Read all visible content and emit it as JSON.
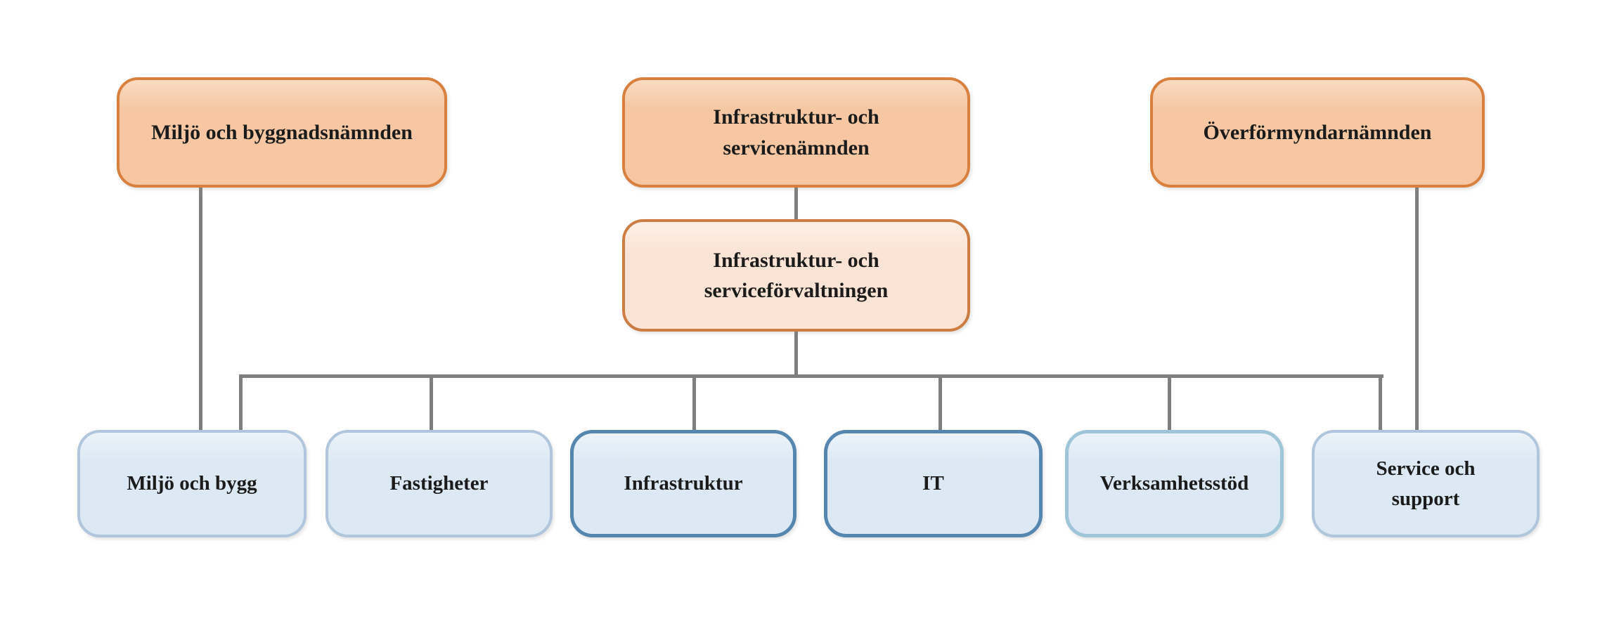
{
  "org": {
    "committees": [
      {
        "label": "Miljö och byggnadsnämnden"
      },
      {
        "label": "Infrastruktur- och servicenämnden"
      },
      {
        "label": "Överförmyndarnämnden"
      }
    ],
    "administration": {
      "label": "Infrastruktur- och serviceförvaltningen"
    },
    "departments": [
      {
        "label": "Miljö och bygg"
      },
      {
        "label": "Fastigheter"
      },
      {
        "label": "Infrastruktur"
      },
      {
        "label": "IT"
      },
      {
        "label": "Verksamhetsstöd"
      },
      {
        "label": "Service och support"
      }
    ],
    "edges": [
      {
        "from": "Miljö och byggnadsnämnden",
        "to": "Miljö och bygg"
      },
      {
        "from": "Infrastruktur- och servicenämnden",
        "to": "Infrastruktur- och serviceförvaltningen"
      },
      {
        "from": "Infrastruktur- och serviceförvaltningen",
        "to": "Miljö och bygg"
      },
      {
        "from": "Infrastruktur- och serviceförvaltningen",
        "to": "Fastigheter"
      },
      {
        "from": "Infrastruktur- och serviceförvaltningen",
        "to": "Infrastruktur"
      },
      {
        "from": "Infrastruktur- och serviceförvaltningen",
        "to": "IT"
      },
      {
        "from": "Infrastruktur- och serviceförvaltningen",
        "to": "Verksamhetsstöd"
      },
      {
        "from": "Infrastruktur- och serviceförvaltningen",
        "to": "Service och support"
      },
      {
        "from": "Överförmyndarnämnden",
        "to": "Service och support"
      }
    ]
  },
  "colors": {
    "committee_fill": "#f6c7a2",
    "committee_border": "#d9803f",
    "administration_fill": "#fbe4d5",
    "administration_border": "#cd7d41",
    "department_fill": "#dce9f4",
    "department_border_light": "#b0c6dc",
    "department_border_dark": "#5586b0",
    "department_border_cyan": "#9fc5d8",
    "connector": "#7f7f7f",
    "text": "#1b1b1b",
    "background": "#ffffff"
  }
}
